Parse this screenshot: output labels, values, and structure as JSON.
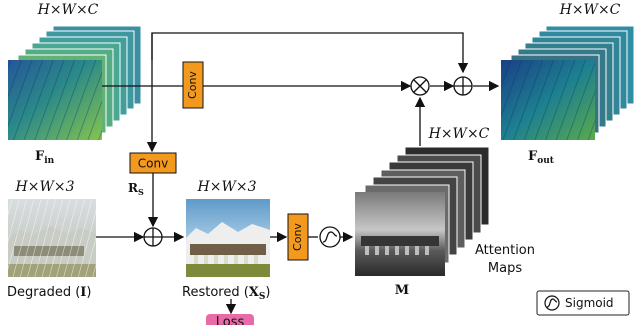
{
  "colors": {
    "conv_orange": "#f39a1e",
    "loss_pink": "#e86aa6",
    "feature_dark": "#1f4f8f",
    "feature_mid": "#2f8f86",
    "feature_light": "#9ccc42",
    "attention_gray": "#555555",
    "line": "#111111"
  },
  "labels": {
    "dims_in": "H×W×C",
    "dims_out": "H×W×C",
    "dims_attention": "H×W×C",
    "dims_degraded": "H×W×3",
    "dims_restored": "H×W×3",
    "f_in": "F",
    "f_in_sub": "in",
    "f_out": "F",
    "f_out_sub": "out",
    "r_s": "R",
    "r_s_sub": "S",
    "degraded": "Degraded (",
    "degraded_sym": "I",
    "degraded_close": ")",
    "restored": "Restored (",
    "restored_sym": "X",
    "restored_sub": "S",
    "restored_close": ")",
    "m": "M",
    "attention_1": "Attention",
    "attention_2": "Maps",
    "loss": "Loss"
  },
  "conv_blocks": {
    "top": "Conv",
    "middle": "Conv",
    "right": "Conv"
  },
  "operators": {
    "add_symbol": "+",
    "multiply_symbol": "×"
  },
  "legend": {
    "sigmoid_label": "Sigmoid"
  },
  "icons": {
    "sigmoid": "sigmoid-icon",
    "add": "plus-circle-icon",
    "multiply": "times-circle-icon"
  }
}
